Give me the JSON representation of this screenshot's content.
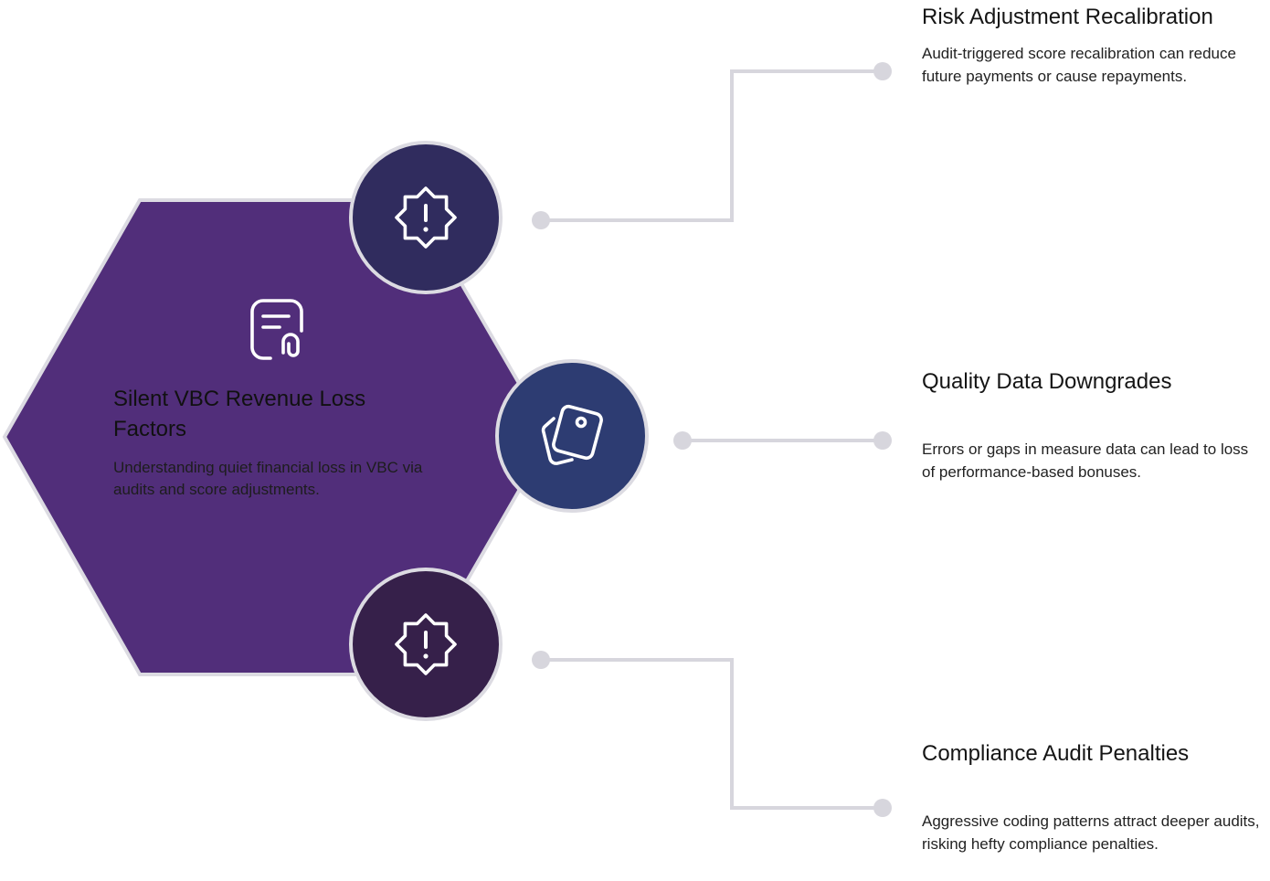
{
  "center": {
    "title": "Silent VBC Revenue Loss Factors",
    "description": "Understanding quiet financial loss in VBC via audits and score adjustments.",
    "icon": "document-attachment-icon"
  },
  "factors": [
    {
      "title": "Risk Adjustment Recalibration",
      "description": "Audit-triggered score recalibration can reduce future payments or cause repayments.",
      "icon": "alert-badge-icon",
      "color": "#302c5e"
    },
    {
      "title": "Quality Data Downgrades",
      "description": "Errors or gaps in measure data can lead to loss of performance-based bonuses.",
      "icon": "photo-stack-icon",
      "color": "#2d3c72"
    },
    {
      "title": "Compliance Audit Penalties",
      "description": "Aggressive coding patterns attract deeper audits, risking hefty compliance penalties.",
      "icon": "alert-badge-icon",
      "color": "#36204a"
    }
  ],
  "colors": {
    "hexagon": "#512e7a",
    "ring": "#dcdbe2",
    "connector": "#d7d6dd"
  }
}
